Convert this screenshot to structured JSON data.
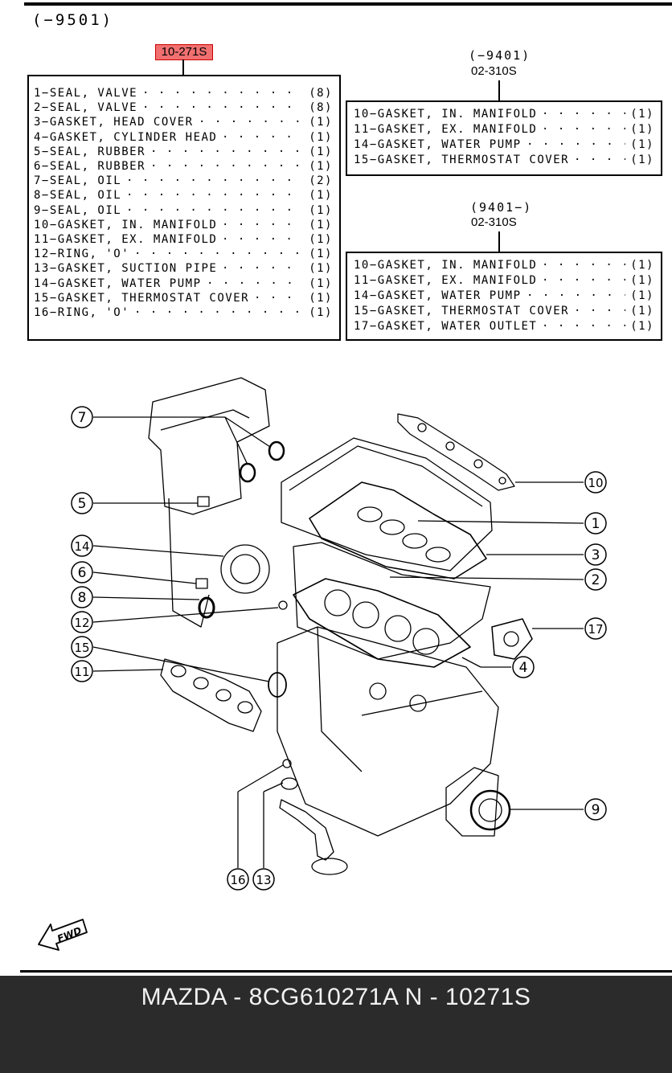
{
  "header": {
    "range": "(−9501)"
  },
  "main_kit": {
    "code": "10-271S",
    "items": [
      {
        "name": "1−SEAL, VALVE",
        "qty": "(8)"
      },
      {
        "name": "2−SEAL, VALVE",
        "qty": "(8)"
      },
      {
        "name": "3−GASKET, HEAD COVER",
        "qty": "(1)"
      },
      {
        "name": "4−GASKET, CYLINDER HEAD",
        "qty": "(1)"
      },
      {
        "name": "5−SEAL, RUBBER",
        "qty": "(1)"
      },
      {
        "name": "6−SEAL, RUBBER",
        "qty": "(1)"
      },
      {
        "name": "7−SEAL, OIL",
        "qty": "(2)"
      },
      {
        "name": "8−SEAL, OIL",
        "qty": "(1)"
      },
      {
        "name": "9−SEAL, OIL",
        "qty": "(1)"
      },
      {
        "name": "10−GASKET, IN. MANIFOLD",
        "qty": "(1)"
      },
      {
        "name": "11−GASKET, EX. MANIFOLD",
        "qty": "(1)"
      },
      {
        "name": "12−RING, 'O'",
        "qty": "(1)"
      },
      {
        "name": "13−GASKET, SUCTION PIPE",
        "qty": "(1)"
      },
      {
        "name": "14−GASKET, WATER PUMP",
        "qty": "(1)"
      },
      {
        "name": "15−GASKET, THERMOSTAT COVER",
        "qty": "(1)"
      },
      {
        "name": "16−RING, 'O'",
        "qty": "(1)"
      }
    ]
  },
  "kit_a": {
    "range": "(−9401)",
    "code": "02-310S",
    "items": [
      {
        "name": "10−GASKET, IN. MANIFOLD",
        "qty": "(1)"
      },
      {
        "name": "11−GASKET, EX. MANIFOLD",
        "qty": "(1)"
      },
      {
        "name": "14−GASKET, WATER PUMP",
        "qty": "(1)"
      },
      {
        "name": "15−GASKET, THERMOSTAT COVER",
        "qty": "(1)"
      }
    ]
  },
  "kit_b": {
    "range": "(9401−)",
    "code": "02-310S",
    "items": [
      {
        "name": "10−GASKET, IN. MANIFOLD",
        "qty": "(1)"
      },
      {
        "name": "11−GASKET, EX. MANIFOLD",
        "qty": "(1)"
      },
      {
        "name": "14−GASKET, WATER PUMP",
        "qty": "(1)"
      },
      {
        "name": "15−GASKET, THERMOSTAT COVER",
        "qty": "(1)"
      },
      {
        "name": "17−GASKET, WATER OUTLET",
        "qty": "(1)"
      }
    ]
  },
  "callouts": [
    "7",
    "5",
    "14",
    "6",
    "8",
    "12",
    "15",
    "11",
    "10",
    "1",
    "3",
    "2",
    "17",
    "4",
    "9",
    "16",
    "13"
  ],
  "direction_label": "FWD",
  "footer": {
    "text": "MAZDA - 8CG610271A    N - 10271S"
  }
}
